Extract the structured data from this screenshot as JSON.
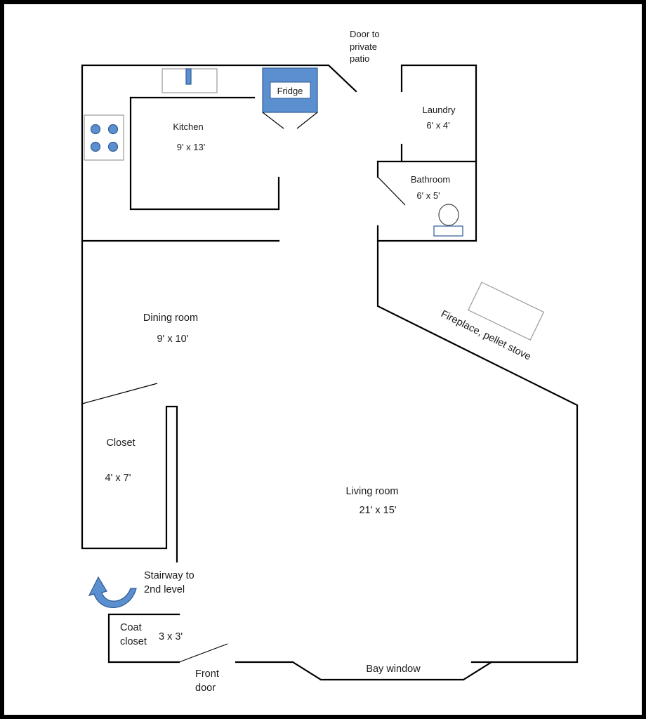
{
  "rooms": {
    "door_patio": [
      "Door to",
      "private",
      "patio"
    ],
    "fridge": "Fridge",
    "laundry": {
      "name": "Laundry",
      "size": "6' x 4'"
    },
    "kitchen": {
      "name": "Kitchen",
      "size": "9' x 13'"
    },
    "bathroom": {
      "name": "Bathroom",
      "size": "6' x 5'"
    },
    "dining": {
      "name": "Dining room",
      "size": "9' x 10'"
    },
    "fireplace": "Fireplace, pellet stove",
    "closet": {
      "name": "Closet",
      "size": "4' x 7'"
    },
    "living": {
      "name": "Living room",
      "size": "21' x 15'"
    },
    "stairway": [
      "Stairway to",
      "2nd level"
    ],
    "coat_closet": {
      "name": [
        "Coat",
        "closet"
      ],
      "size": "3 x 3'"
    },
    "front_door": [
      "Front",
      "door"
    ],
    "bay_window": "Bay window"
  },
  "colors": {
    "appliance_fill": "#5b8fd0",
    "wall": "#000000",
    "fixture_outline": "#9a9a9a"
  }
}
